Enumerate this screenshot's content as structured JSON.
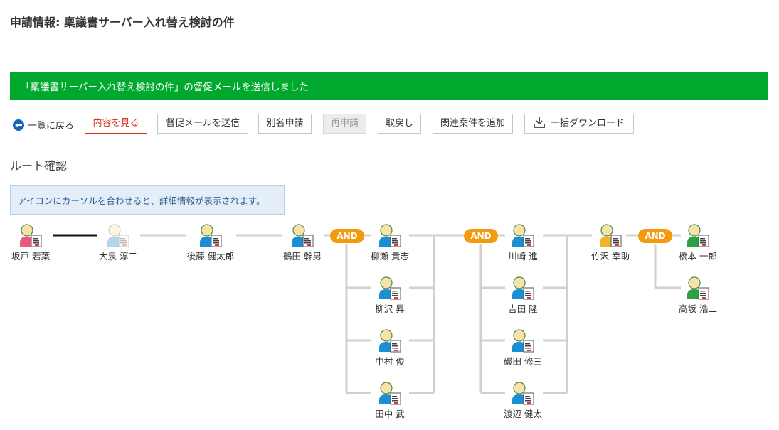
{
  "header": {
    "title": "申請情報: 稟議書サーバー入れ替え検討の件"
  },
  "notice": {
    "text": "「稟議書サーバー入れ替え検討の件」の督促メールを送信しました",
    "color": "#00a82d"
  },
  "toolbar": {
    "back_label": "一覧に戻る",
    "view_label": "内容を見る",
    "remind_label": "督促メールを送信",
    "proxy_label": "別名申請",
    "reapply_label": "再申請",
    "withdraw_label": "取戻し",
    "related_label": "関連案件を追加",
    "download_label": "一括ダウンロード"
  },
  "route": {
    "title": "ルート確認",
    "hint": "アイコンにカーソルを合わせると、詳細情報が表示されます。",
    "and_label": "AND",
    "colors": {
      "applicant": "#e85a78",
      "approver": "#1a8fd4",
      "current": "#f5b12a",
      "final": "#2ea043"
    },
    "nodes": {
      "sakado": "坂戸 若葉",
      "oizumi": "大泉 淳二",
      "goto": "後藤 健太郎",
      "tsuruta": "鶴田 幹男",
      "yanase": "柳瀬 貴志",
      "yanagisawa": "柳沢 昇",
      "nakamura": "中村 俊",
      "tanaka": "田中 武",
      "kawasaki": "川崎 進",
      "yoshida": "吉田 隆",
      "isoda": "磯田 修三",
      "watanabe": "渡辺 健太",
      "takezawa": "竹沢 幸助",
      "hashimoto": "橋本 一郎",
      "takasaka": "高坂 浩二"
    }
  }
}
